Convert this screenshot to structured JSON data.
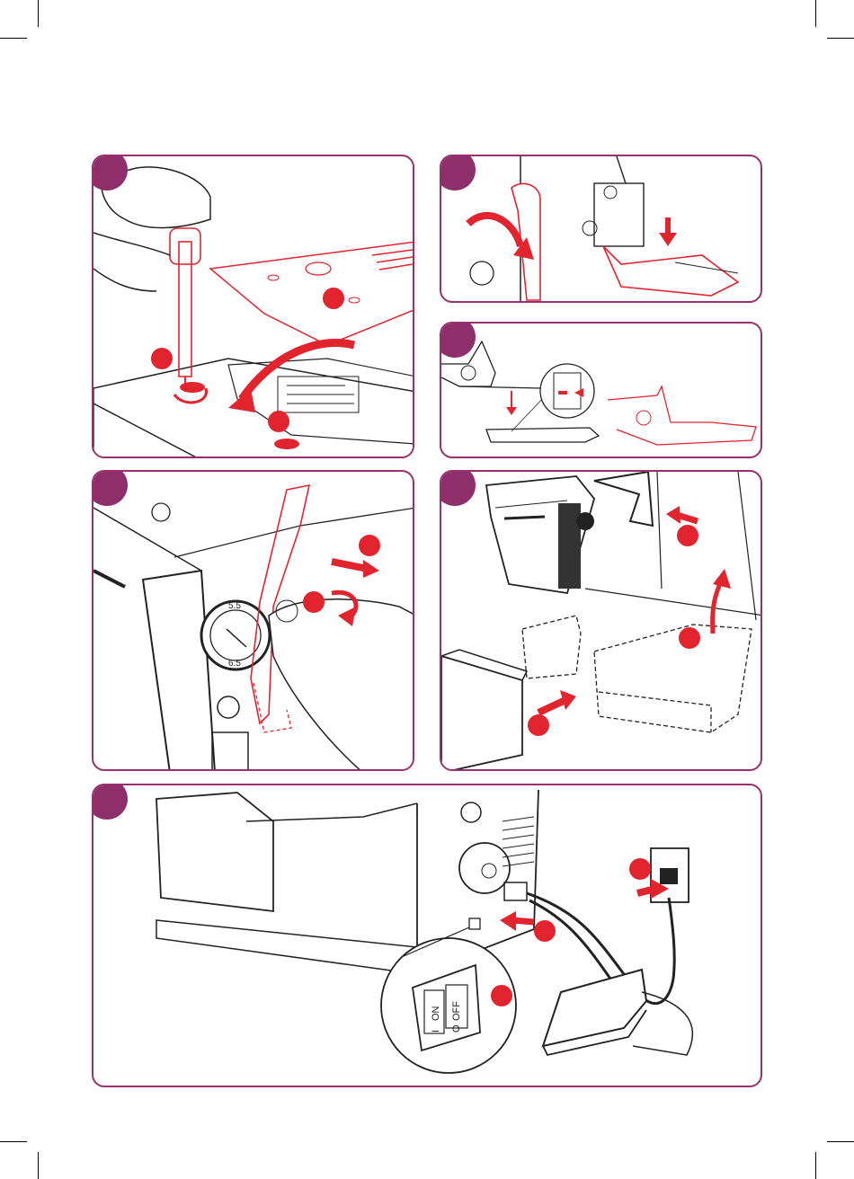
{
  "colors": {
    "panel_border": "#9a2f6e",
    "badge": "#8e2f6b",
    "accent_red": "#e2242f",
    "line": "#222222"
  },
  "icons": [
    "screwdriver-icon",
    "hand-icon",
    "needle-plate-icon",
    "presser-foot-icon",
    "foot-pedal-icon",
    "power-switch-icon",
    "wall-socket-icon"
  ],
  "switch": {
    "on_label": "ON",
    "off_label": "OFF",
    "on_symbol": "I",
    "off_symbol": "O"
  },
  "dial": {
    "top_value": "5.5",
    "bottom_value": "6.5"
  }
}
